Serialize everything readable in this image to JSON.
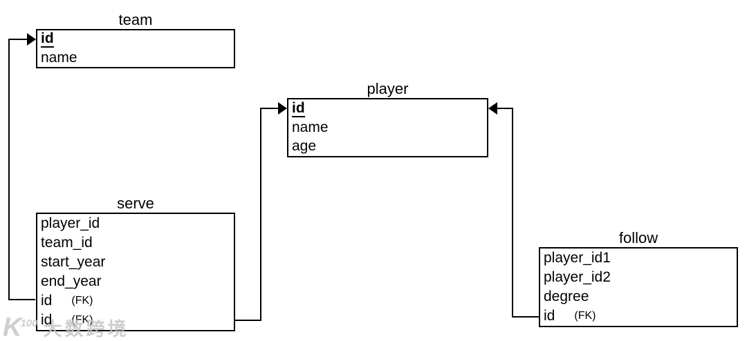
{
  "diagram": {
    "kind": "entity-relationship",
    "line_color": "#000000",
    "background": "#ffffff"
  },
  "entities": {
    "team": {
      "title": "team",
      "fields": [
        {
          "name": "id",
          "pk": true
        },
        {
          "name": "name"
        }
      ]
    },
    "player": {
      "title": "player",
      "fields": [
        {
          "name": "id",
          "pk": true
        },
        {
          "name": "name"
        },
        {
          "name": "age"
        }
      ]
    },
    "serve": {
      "title": "serve",
      "fields": [
        {
          "name": "player_id"
        },
        {
          "name": "team_id"
        },
        {
          "name": "start_year"
        },
        {
          "name": "end_year"
        },
        {
          "name": "id",
          "fk": "(FK)"
        },
        {
          "name": "id",
          "fk": "(FK)"
        }
      ]
    },
    "follow": {
      "title": "follow",
      "fields": [
        {
          "name": "player_id1"
        },
        {
          "name": "player_id2"
        },
        {
          "name": "degree"
        },
        {
          "name": "id",
          "fk": "(FK)"
        }
      ]
    }
  },
  "relationships": [
    {
      "from": "serve.id (FK)",
      "to": "team.id"
    },
    {
      "from": "serve.id (FK)",
      "to": "player.id"
    },
    {
      "from": "follow.id (FK)",
      "to": "player.id"
    }
  ],
  "watermark": {
    "logo": "K",
    "logo_sup": "100",
    "text": "大数跨境"
  }
}
